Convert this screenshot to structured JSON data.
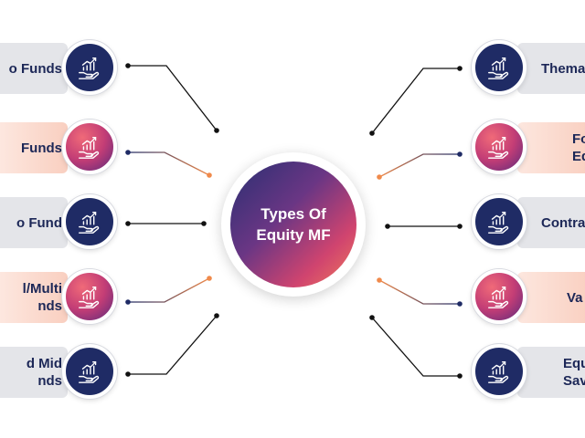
{
  "center": {
    "line1": "Types Of",
    "line2": "Equity MF"
  },
  "colors": {
    "navy": "#1f2b65",
    "accent": "#f08a4b",
    "pill": "#e4e5e9"
  },
  "left_items": [
    {
      "line1": "o Funds",
      "line2": "",
      "style": "navy",
      "icon": "growth-chart-hand-icon"
    },
    {
      "line1": "Funds",
      "line2": "",
      "style": "accent",
      "icon": "growth-chart-hand-icon"
    },
    {
      "line1": "o Fund",
      "line2": "",
      "style": "navy",
      "icon": "growth-chart-hand-icon"
    },
    {
      "line1": "l/Multi",
      "line2": "nds",
      "style": "accent",
      "icon": "growth-chart-hand-icon"
    },
    {
      "line1": "d Mid",
      "line2": "nds",
      "style": "navy",
      "icon": "growth-chart-hand-icon"
    }
  ],
  "right_items": [
    {
      "line1": "Thema",
      "line2": "",
      "style": "navy",
      "icon": "growth-chart-hand-icon"
    },
    {
      "line1": "Fo",
      "line2": "Equ",
      "style": "accent",
      "icon": "growth-chart-hand-icon"
    },
    {
      "line1": "Contra",
      "line2": "",
      "style": "navy",
      "icon": "growth-chart-hand-icon"
    },
    {
      "line1": "Va",
      "line2": "",
      "style": "accent",
      "icon": "growth-chart-hand-icon"
    },
    {
      "line1": "Equ",
      "line2": "Savin",
      "style": "navy",
      "icon": "growth-chart-hand-icon"
    }
  ]
}
